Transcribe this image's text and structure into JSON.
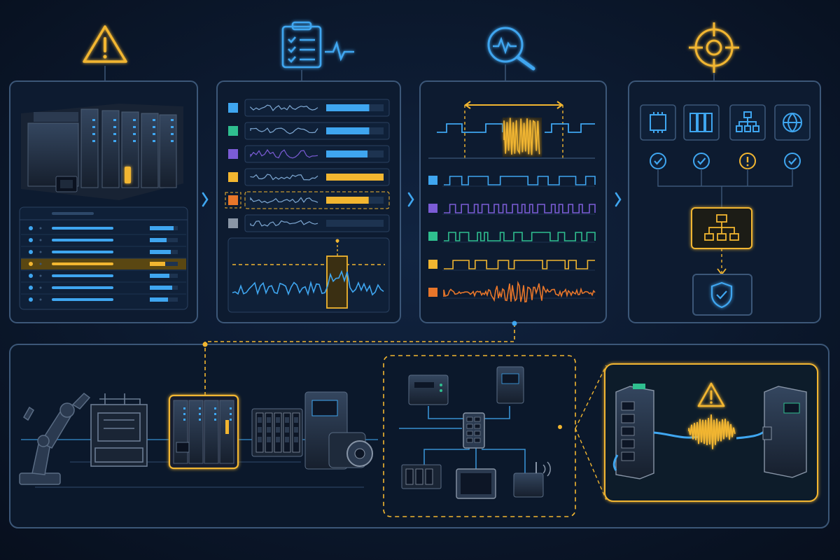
{
  "palette": {
    "background": "#0a1628",
    "panel_fill": "#0d1b30",
    "panel_border": "#3c5778",
    "accent_blue": "#3fa6f0",
    "alert_amber": "#f2b630",
    "signal_green": "#2fbf8f",
    "signal_purple": "#7b5cd6",
    "signal_orange": "#e8762a",
    "muted_gray": "#8a96a6",
    "device_body": "#243246"
  },
  "stages": [
    {
      "id": "alert",
      "icon": "warning-triangle-icon"
    },
    {
      "id": "monitor",
      "icon": "clipboard-checklist-pulse-icon"
    },
    {
      "id": "analyze",
      "icon": "magnifier-pulse-icon"
    },
    {
      "id": "target",
      "icon": "crosshair-target-icon"
    }
  ],
  "monitor_rows": [
    {
      "color": "#3fa6f0",
      "level": 0.75,
      "highlighted": false
    },
    {
      "color": "#2fbf8f",
      "level": 0.75,
      "highlighted": false
    },
    {
      "color": "#7b5cd6",
      "level": 0.72,
      "highlighted": false
    },
    {
      "color": "#f2b630",
      "level": 1.0,
      "highlighted": false
    },
    {
      "color": "#e8762a",
      "level": 0.74,
      "highlighted": true
    },
    {
      "color": "#8a96a6",
      "level": 0.0,
      "highlighted": false
    }
  ],
  "device_table_rows": [
    {
      "level": 0.85,
      "highlighted": false
    },
    {
      "level": 0.6,
      "highlighted": false
    },
    {
      "level": 0.75,
      "highlighted": false
    },
    {
      "level": 0.55,
      "highlighted": true
    },
    {
      "level": 0.7,
      "highlighted": false
    },
    {
      "level": 0.8,
      "highlighted": false
    },
    {
      "level": 0.65,
      "highlighted": false
    }
  ],
  "protocol_channels": [
    {
      "color": "#3fa6f0",
      "pattern": "sparse-pulses"
    },
    {
      "color": "#7b5cd6",
      "pattern": "dense-pulses"
    },
    {
      "color": "#2fbf8f",
      "pattern": "medium-pulses"
    },
    {
      "color": "#f2b630",
      "pattern": "sparse-pulses"
    },
    {
      "color": "#e8762a",
      "pattern": "noise-burst"
    }
  ],
  "checks": [
    {
      "icon": "chip-icon",
      "status": "ok"
    },
    {
      "icon": "io-modules-icon",
      "status": "ok"
    },
    {
      "icon": "network-topology-icon",
      "status": "warning"
    },
    {
      "icon": "globe-icon",
      "status": "ok"
    }
  ],
  "result_icons": [
    "hierarchy-icon",
    "shield-check-icon"
  ],
  "field_devices": [
    "robot-arm-icon",
    "machine-frame-icon",
    "plc-rack-icon",
    "io-terminal-block-icon",
    "drive-motor-icon"
  ],
  "network_nodes": [
    "gateway-icon",
    "hmi-box-icon",
    "network-switch-icon",
    "io-modules-icon",
    "touch-panel-icon",
    "wireless-router-icon"
  ],
  "zoom_icons": [
    "ethernet-switch-icon",
    "warning-triangle-icon",
    "noise-signal-icon",
    "server-icon"
  ]
}
